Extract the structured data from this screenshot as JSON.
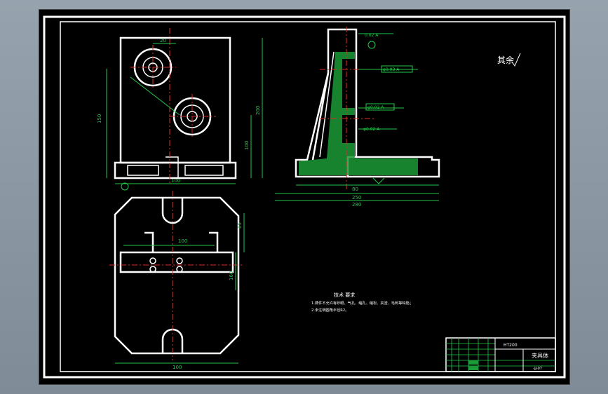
{
  "drawing": {
    "finish_note": "其余",
    "roughness_symbol": "✓",
    "dims": {
      "front_top": "20",
      "front_height": "150",
      "front_right_total": "200",
      "front_right_inner": "100",
      "front_base_width": "100",
      "side_base_inner": "80",
      "side_base_mid": "250",
      "side_base_total": "280",
      "plan_top": "65",
      "plan_mid": "100",
      "plan_height": "160",
      "plan_width": "100"
    },
    "tolerance_callouts": [
      "φ0.03 A",
      "φ0.02 A",
      "φ0.02 A",
      "0.02 A"
    ],
    "tech_req": {
      "title": "技术 要求",
      "line1": "1.铸件不允许有砂眼、气孔、缩孔、缩松、夹渣、毛刺等缺陷；",
      "line2": "2.未注明圆角半径R2。"
    },
    "title_block": {
      "material": "HT200",
      "part_name": "夹具体",
      "drawing_no": "-JJ-07"
    }
  }
}
